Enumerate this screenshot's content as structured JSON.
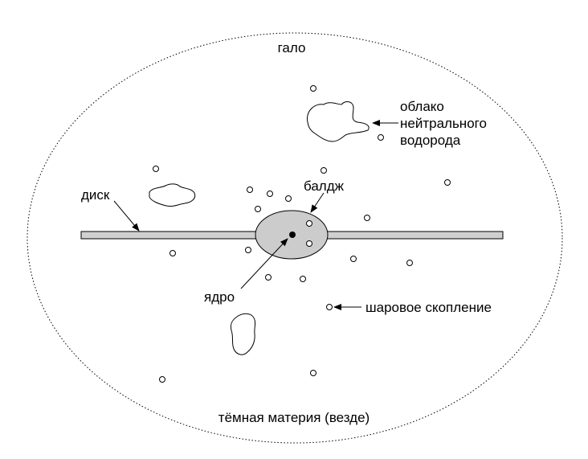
{
  "labels": {
    "halo": "гало",
    "hydrogen_cloud_line1": "облако",
    "hydrogen_cloud_line2": "нейтрального",
    "hydrogen_cloud_line3": "водорода",
    "disk": "диск",
    "bulge": "балдж",
    "nucleus": "ядро",
    "globular_cluster": "шаровое скопление",
    "dark_matter": "тёмная материя (везде)"
  },
  "colors": {
    "disk_fill": "#d0d0d0",
    "bulge_fill": "#cccccc",
    "line": "#000000"
  }
}
